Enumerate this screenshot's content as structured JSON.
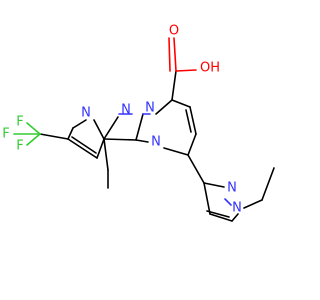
{
  "molecule": {
    "atom_labels": {
      "n_pyridine": "N",
      "n_pyrazole_eq": "N",
      "n_bridge": "N",
      "n_pyrimidine": "N",
      "n_pz2": "N",
      "n_pz1": "N",
      "o_hydroxyl": "OH",
      "o_carbonyl": "O",
      "f_upper": "F",
      "f_left": "F",
      "f_lower": "F"
    },
    "colors": {
      "carbon": "#000000",
      "nitrogen": "#3333ff",
      "oxygen": "#ff0000",
      "fluorine": "#33cc33"
    }
  }
}
